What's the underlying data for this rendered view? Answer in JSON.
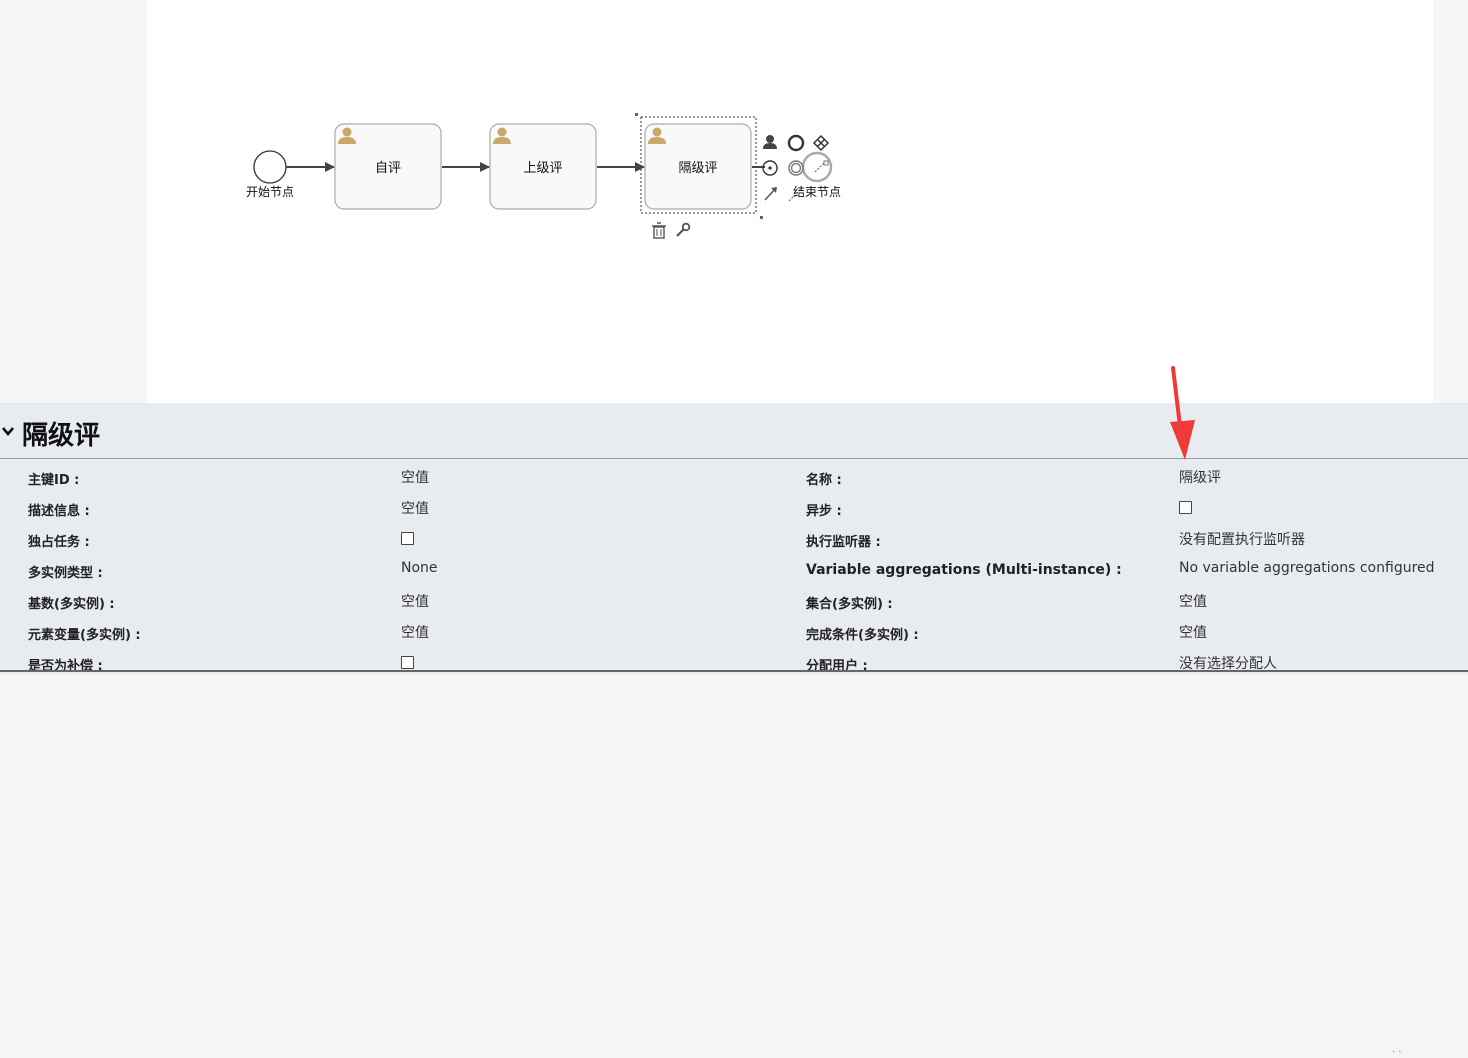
{
  "diagram": {
    "start_label": "开始节点",
    "end_label": "结束节点",
    "tasks": [
      {
        "label": "自评"
      },
      {
        "label": "上级评"
      },
      {
        "label": "隔级评"
      }
    ]
  },
  "properties": {
    "title": "隔级评",
    "left": [
      {
        "label": "主键ID :",
        "value": "空值",
        "type": "text"
      },
      {
        "label": "描述信息 :",
        "value": "空值",
        "type": "text"
      },
      {
        "label": "独占任务 :",
        "value": "",
        "type": "checkbox"
      },
      {
        "label": "多实例类型 :",
        "value": "None",
        "type": "text"
      },
      {
        "label": "基数(多实例) :",
        "value": "空值",
        "type": "text"
      },
      {
        "label": "元素变量(多实例) :",
        "value": "空值",
        "type": "text"
      },
      {
        "label": "是否为补偿 :",
        "value": "",
        "type": "checkbox"
      }
    ],
    "right": [
      {
        "label": "名称 :",
        "value": "隔级评",
        "type": "text"
      },
      {
        "label": "异步 :",
        "value": "",
        "type": "checkbox"
      },
      {
        "label": "执行监听器 :",
        "value": "没有配置执行监听器",
        "type": "text"
      },
      {
        "label": "Variable aggregations (Multi-instance) :",
        "value": "No variable aggregations configured",
        "type": "text"
      },
      {
        "label": "集合(多实例) :",
        "value": "空值",
        "type": "text"
      },
      {
        "label": "完成条件(多实例) :",
        "value": "空值",
        "type": "text"
      },
      {
        "label": "分配用户 :",
        "value": "没有选择分配人",
        "type": "text"
      }
    ]
  },
  "colors": {
    "user_icon": "#c9a86a",
    "annotation_arrow": "#f03a3a",
    "panel_bg": "#e8ecf0"
  }
}
